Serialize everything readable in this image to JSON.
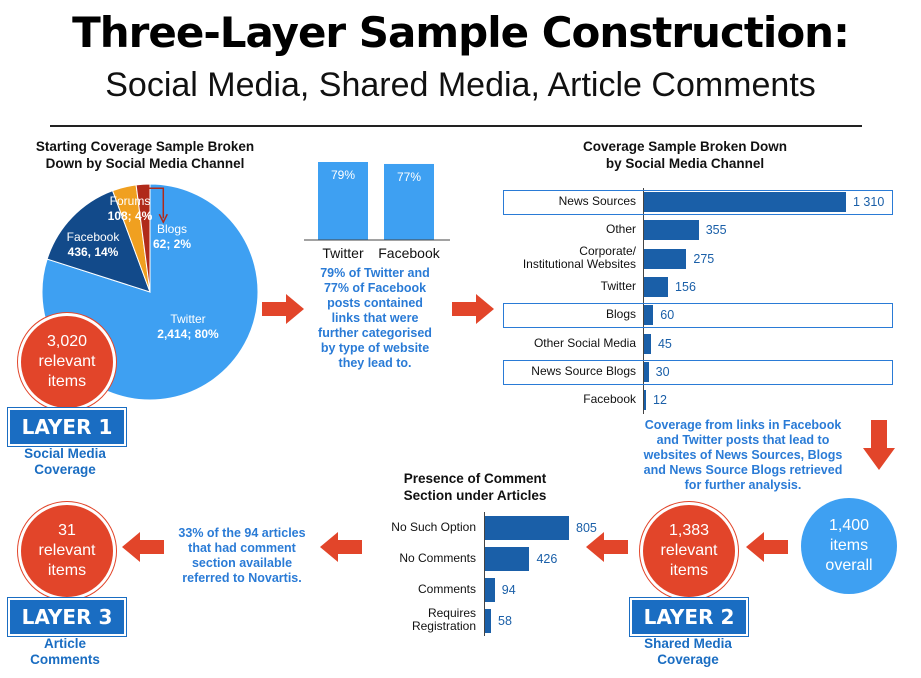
{
  "title": "Three-Layer Sample Construction:",
  "subtitle": "Social Media, Shared Media, Article Comments",
  "pie": {
    "heading_line1": "Starting Coverage Sample Broken",
    "heading_line2": "Down by Social Media Channel",
    "slices": [
      {
        "name": "Twitter",
        "label": "2,414; 80%",
        "value": 2414,
        "color": "#3ea0f2"
      },
      {
        "name": "Facebook",
        "label": "436, 14%",
        "value": 436,
        "color": "#124a8a"
      },
      {
        "name": "Forums",
        "label": "108; 4%",
        "value": 108,
        "color": "#f0a020"
      },
      {
        "name": "Blogs",
        "label": "62; 2%",
        "value": 62,
        "color": "#b02a1a"
      }
    ],
    "circle": {
      "number": "3,020",
      "line2": "relevant",
      "line3": "items"
    }
  },
  "layer1": {
    "label": "LAYER 1",
    "sub1": "Social Media",
    "sub2": "Coverage"
  },
  "links_chart": {
    "bars": [
      {
        "name": "Twitter",
        "value": 79,
        "label": "79%"
      },
      {
        "name": "Facebook",
        "value": 77,
        "label": "77%"
      }
    ],
    "note": [
      "79% of Twitter and",
      "77% of Facebook",
      "posts contained",
      "links that were",
      "further categorised",
      "by type of website",
      "they lead to."
    ]
  },
  "coverage": {
    "heading_line1": "Coverage Sample Broken Down",
    "heading_line2": "by Social Media Channel",
    "rows": [
      {
        "label": [
          "News Sources"
        ],
        "value": 1310,
        "value_label": "1 310",
        "highlight": true
      },
      {
        "label": [
          "Other"
        ],
        "value": 355,
        "value_label": "355",
        "highlight": false
      },
      {
        "label": [
          "Corporate/",
          "Institutional Websites"
        ],
        "value": 275,
        "value_label": "275",
        "highlight": false
      },
      {
        "label": [
          "Twitter"
        ],
        "value": 156,
        "value_label": "156",
        "highlight": false
      },
      {
        "label": [
          "Blogs"
        ],
        "value": 60,
        "value_label": "60",
        "highlight": true
      },
      {
        "label": [
          "Other Social Media"
        ],
        "value": 45,
        "value_label": "45",
        "highlight": false
      },
      {
        "label": [
          "News Source Blogs"
        ],
        "value": 30,
        "value_label": "30",
        "highlight": true
      },
      {
        "label": [
          "Facebook"
        ],
        "value": 12,
        "value_label": "12",
        "highlight": false
      }
    ],
    "note": [
      "Coverage from links in Facebook",
      "and Twitter posts that lead to",
      "websites of News Sources, Blogs",
      "and News Source Blogs retrieved",
      "for further analysis."
    ]
  },
  "overall_circle": {
    "number": "1,400",
    "line2": "items",
    "line3": "overall"
  },
  "layer2": {
    "label": "LAYER 2",
    "sub1": "Shared Media",
    "sub2": "Coverage",
    "circle": {
      "number": "1,383",
      "line2": "relevant",
      "line3": "items"
    }
  },
  "comments": {
    "heading_line1": "Presence of Comment",
    "heading_line2": "Section under Articles",
    "rows": [
      {
        "label": [
          "No Such Option"
        ],
        "value": 805,
        "value_label": "805"
      },
      {
        "label": [
          "No Comments"
        ],
        "value": 426,
        "value_label": "426"
      },
      {
        "label": [
          "Comments"
        ],
        "value": 94,
        "value_label": "94"
      },
      {
        "label": [
          "Requires",
          "Registration"
        ],
        "value": 58,
        "value_label": "58"
      }
    ]
  },
  "layer3_note": [
    "33% of the 94 articles",
    "that had comment",
    "section available",
    "referred to Novartis."
  ],
  "layer3": {
    "label": "LAYER 3",
    "sub1": "Article",
    "sub2": "Comments",
    "circle": {
      "number": "31",
      "line2": "relevant",
      "line3": "items"
    }
  },
  "colors": {
    "red": "#e2452a",
    "blue": "#1a6dc2",
    "light_blue": "#3ea0f2",
    "note_blue": "#2a7bd6"
  }
}
